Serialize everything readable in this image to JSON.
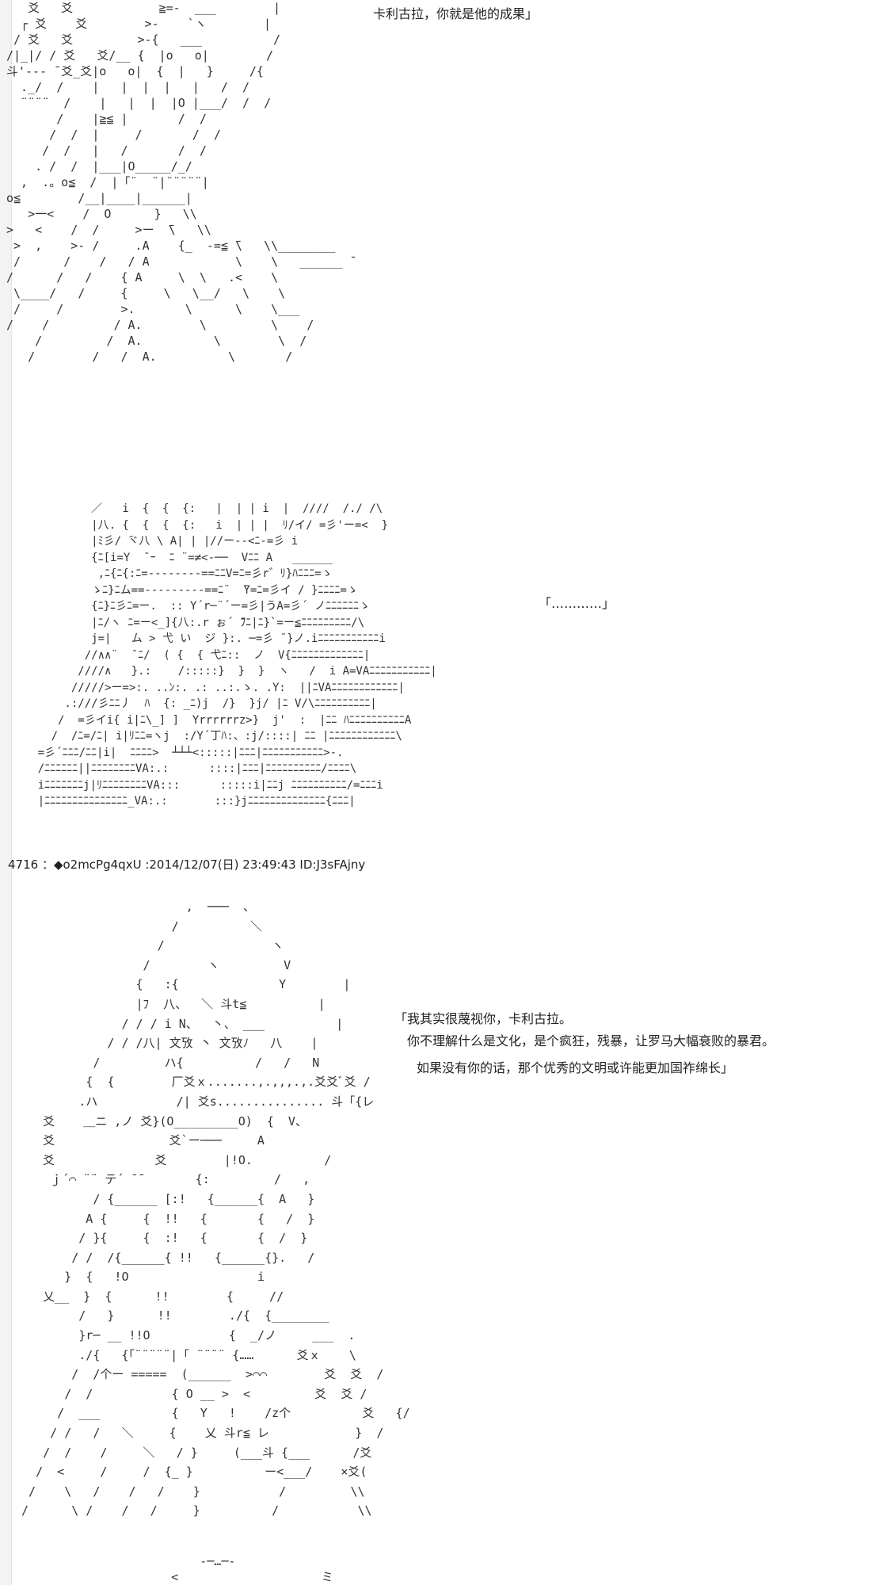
{
  "top_dialog": {
    "line1": "卡利古拉，你就是他的成果」"
  },
  "mid_dialog": {
    "line1": "「…………」"
  },
  "post": {
    "header": "4716 ：◆o2mcPg4qxU :2014/12/07(日) 23:49:43 ID:J3sFAjny"
  },
  "bottom_dialog": {
    "line1": "「我其实很蔑视你，卡利古拉。",
    "line2": "你不理解什么是文化，是个疯狂，残暴，让罗马大幅衰败的暴君。",
    "line3": "如果没有你的话，那个优秀的文明或许能更加国祚绵长」"
  },
  "art": {
    "figure_top": "   爻   爻            ≧=-  ___        |\n  ┌ 爻    爻        >-    `ヽ        |\n / 爻   爻         >-{   ___          /\n/|_|/ / 爻   爻/__ {  |o   o|        /\n斗'--- ̄ 爻_爻|o   o|  {  |   }     /{\n  ._/  /    |   |  |  |   |   /  /\n  ¨¨¨¨  /    |   |  |  |O |___/  /  /\n       /    |≧≦ |       /  /\n      /  /  |     /       /  /\n     /  /   |   /       /  /\n    . /  /  |___|O_____/_/\n  ,  .。o≦  /  |「¨  ¨|¨¨¨¨¨|\no≦        /__|____|______|\n   >一<    /  O      }   \\\\\n>   <    /  /     >ー  ̄\\   \\\\\n >  ,    >- /     .A    {_  -=≦ ̄\\   \\\\________\n /      /    /   / A            \\    \\   ______ ̄\n/      /   /    { A     \\  \\   .<    \\\n \\____/   /     {     \\   \\__/   \\    \\\n /     /        >.       \\      \\    \\___\n/    /         / A.        \\         \\    /\n    /         /  A.          \\        \\  /\n   /        /   /  A.          \\       /",
    "figure_mid": "            ／   i  {  {  {:   |  | | i  |  ////  /./ /\\\n            |八. {  {  {  {:   i  | | |  ﾘ/イ/ =彡'ー=<  }\n            |ﾐ彡/ ̄ヾ八 \\ A| | |//ー--<ﾆ-=彡 i\n            {ﾆ[i=Y  ̄ ｰ  ﾆ ¨=≠<-──  Vﾆﾆ A   ______\n             ,ﾆ{ﾆ{:ﾆ=--------==ﾆﾆV=ﾆ=彡r゛ﾘ}ﾊﾆﾆﾆ=ゝ\n            ゝﾆ}ﾆム==---------==ﾆ¨  ̄Y=ﾆ=彡イ / }ﾆﾆﾆﾆ=ゝ\n            {ﾆ}ﾆ彡ﾆ=ー.  :: Y´r─¨´ー=彡|うA=彡´ ノﾆﾆﾆﾆﾆﾆゝ\n            |ﾆ/ヽ ﾆ=ー<_]{八:.r ぉ´ ̄ﾌﾆ|ﾆ}`=ー≦ﾆﾆﾆﾆﾆﾆﾆﾆﾆ/\\\n            j=|   ム > 弋 い  ジ }:. ─=彡 ̄ }ノ.iﾆﾆﾆﾆﾆﾆﾆﾆﾆﾆﾆi\n           //∧∧¨  ̄ ﾆ/  ( {  { 弋ﾆ::  ノ  V{ﾆﾆﾆﾆﾆﾆﾆﾆﾆﾆﾆﾆﾆ|\n          ////∧   }.:    /:::::}  }  }  ヽ   /  i A=VAﾆﾆﾆﾆﾆﾆﾆﾆﾆﾆﾆ|\n         /////>ー=>:. ..ﾝ:. .: ..:.ゝ. .Y:  ||ﾆVAﾆﾆﾆﾆﾆﾆﾆﾆﾆﾆﾆﾆ|\n        .:///彡ﾆﾆ丿  ﾊ  {: _ﾆ)j  /}  }j/ |ﾆ V/\\ﾆﾆﾆﾆﾆﾆﾆﾆﾆﾆ|\n       /  =彡イi{ i|ﾆ\\_] ]  Yrrrrrrz>}  j'  :  |ﾆﾆ ﾊﾆﾆﾆﾆﾆﾆﾆﾆﾆﾆA\n      /  /ﾆ=/ﾆ| i|ﾘﾆﾆ=ヽj  :/Y´丁ﾊ:、:j/::::| ﾆﾆ |ﾆﾆﾆﾆﾆﾆﾆﾆﾆﾆﾆﾆ\\\n    =彡´ﾆﾆﾆ/ﾆﾆ|i|  ﾆﾆﾆﾆ>  ┴┴┴<:::::|ﾆﾆﾆ|ﾆﾆﾆﾆﾆﾆﾆﾆﾆﾆﾆ>-.\n    /ﾆﾆﾆﾆﾆﾆ||ﾆﾆﾆﾆﾆﾆﾆﾆVA:.:      ::::|ﾆﾆﾆ|ﾆﾆﾆﾆﾆﾆﾆﾆﾆﾆ/ﾆﾆﾆﾆ\\\n    iﾆﾆﾆﾆﾆﾆﾆj|ﾘﾆﾆﾆﾆﾆﾆﾆﾆVA:::      :::::i|ﾆﾆj ﾆﾆﾆﾆﾆﾆﾆﾆﾆﾆ/=ﾆﾆﾆi\n    |ﾆﾆﾆﾆﾆﾆﾆﾆﾆﾆﾆﾆﾆﾆﾆ_VA:.:       :::}jﾆﾆﾆﾆﾆﾆﾆﾆﾆﾆﾆﾆﾆﾆ{ﾆﾆﾆ|",
    "figure_bottom": "                        ,  ───  、\n                      /          ＼\n                    /               ヽ\n                  /        ヽ         V\n                 {   :{              Y        |\n                 |ﾌ  八、  ＼ 斗t≦          |\n               / / / i N、  丶、 ___          |\n             / / /八| 文攷 丶 文攷ﾉ   八    |\n           /         ハ{          /   /   N\n          {  {        厂爻ｘ.......,.,,,.,.爻爻ﾞ爻 /\n         .ハ           /| 爻s............... 斗「{レ\n    爻    ＿ニ ,ノ 爻}(O_________O)  {  V、\n    爻                爻`ー───     A\n    爻              爻        |!O.          /\n     ｊ´⌒ ¨¨ テ´ ̄ ̄        {:         /   ,\n           / {______ [:!   {______{  A   }\n          A {     {  !!   {       {   /  }\n         / }{     {  :!   {       {  /  }\n        / /  /{______{ !!   {______{}.   /\n       }  {   !O                  i\n    乂__  }  {      !!        {     //\n         /   }      !!        ./{  {________\n         }r─ __ !!O           {  _/ノ     ___  .\n         ./{   {「¨¨¨¨¨|「 ¨¨¨¨ {……      爻ｘ    \\\n        /  /个ー =====  (______  >⌒⌒        爻  爻  /\n       /  /           { O __ >  <         爻  爻 /\n      /  ___          {   Y   !    /z个          爻   {/\n     / /   /   ＼     {    乂 斗r≦ レ            }  /\n    /  /    /     ＼   / }     (___斗 {___      /爻\n   /  <     /     /  {_ }          ー<___/    ×爻(\n  /    \\   /    /   /    }           /         \\\\\n /      \\ /    /   /     }          /           \\\\",
    "figure_tail": "        -─…─-\n    <                    ミ"
  }
}
